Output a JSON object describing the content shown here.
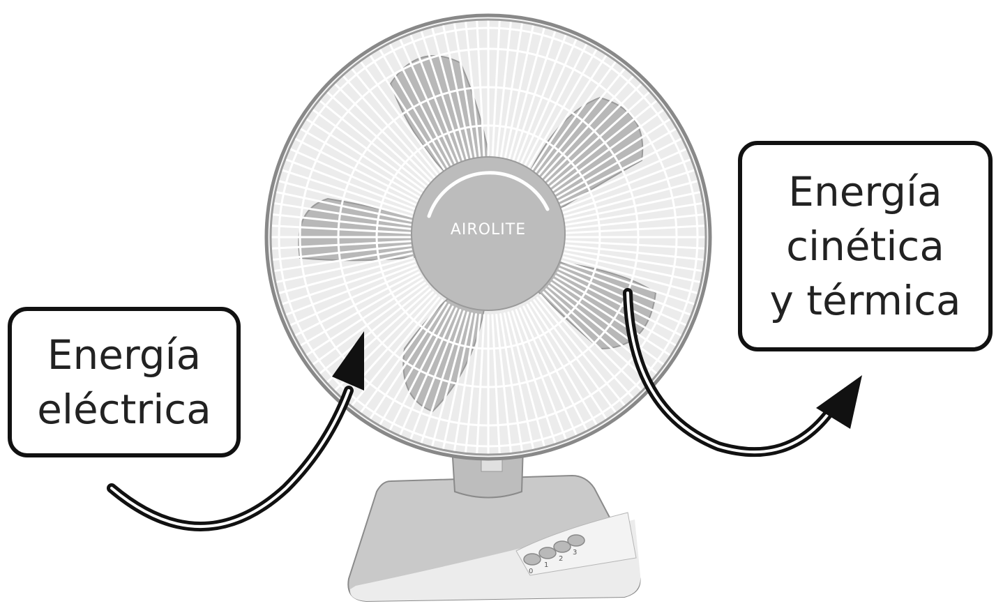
{
  "labels": {
    "input": {
      "lines": [
        "Energía",
        "eléctrica"
      ]
    },
    "output": {
      "lines": [
        "Energía",
        "cinética",
        "y térmica"
      ]
    }
  },
  "fan": {
    "brand": "AIROLITE",
    "buttons": [
      "0",
      "1",
      "2",
      "3"
    ]
  },
  "colors": {
    "outline": "#111111",
    "fan_body": "#c8c8c8",
    "fan_blade": "#bdbdbd",
    "grille": "#ffffff"
  }
}
